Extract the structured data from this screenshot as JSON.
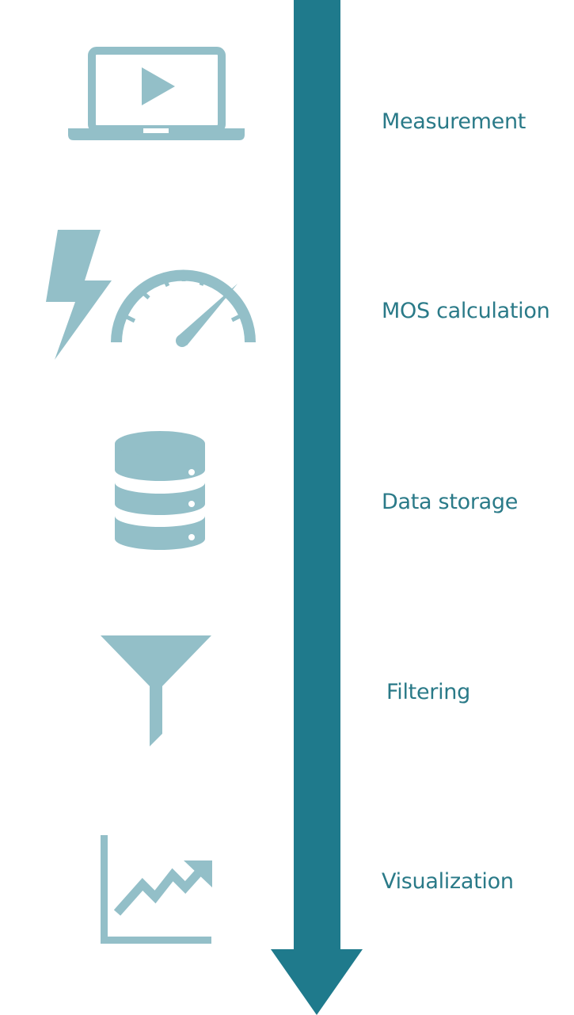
{
  "colors": {
    "arrow": "#1f7a8c",
    "icon": "#93bfc8",
    "label": "#2a7a88",
    "background": "#ffffff"
  },
  "steps": [
    {
      "label": "Measurement",
      "icon": "laptop-play-icon"
    },
    {
      "label": "MOS calculation",
      "icon": "lightning-speedometer-icon"
    },
    {
      "label": "Data storage",
      "icon": "database-icon"
    },
    {
      "label": "Filtering",
      "icon": "funnel-icon"
    },
    {
      "label": "Visualization",
      "icon": "trend-chart-icon"
    }
  ]
}
